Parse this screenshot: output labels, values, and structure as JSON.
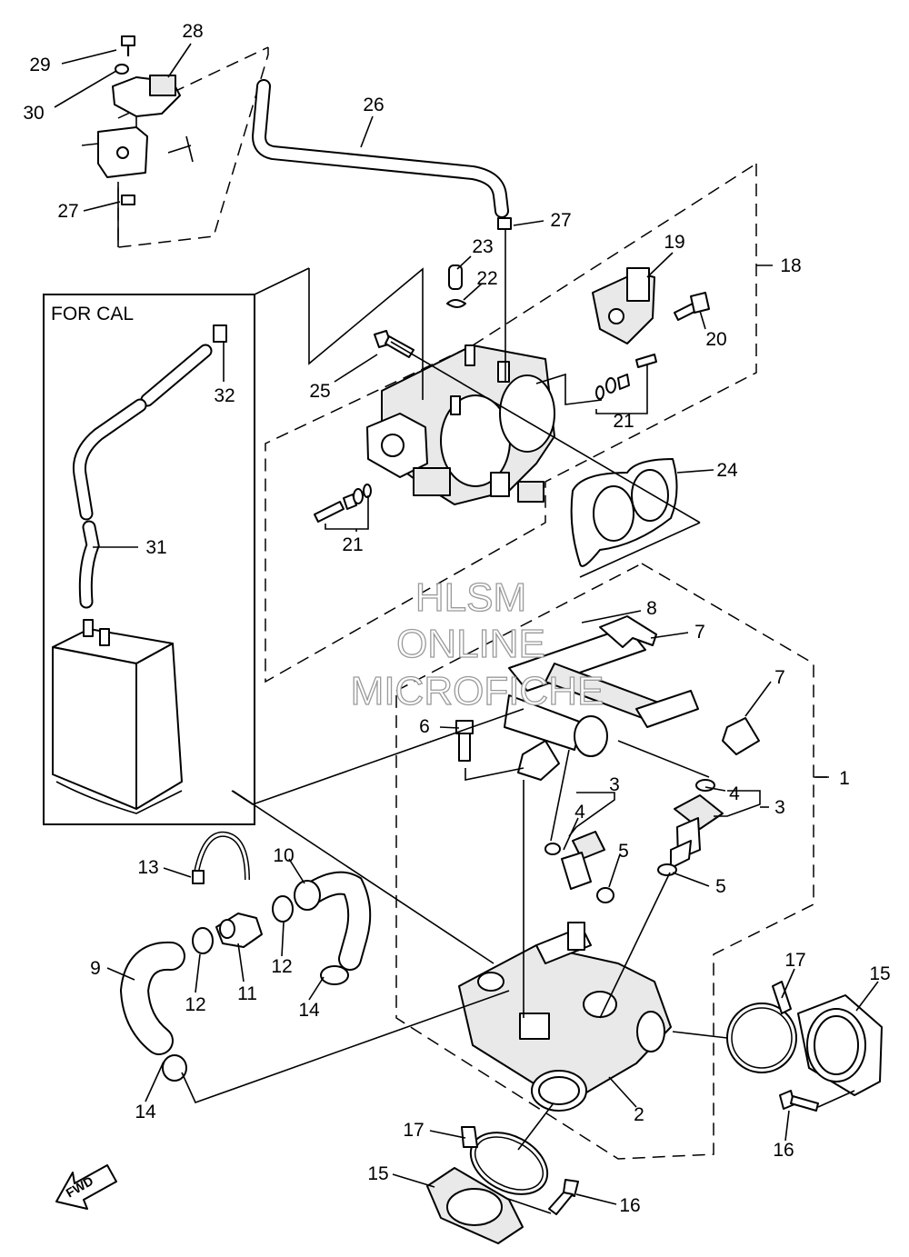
{
  "inset": {
    "title": "FOR CAL"
  },
  "watermark": {
    "line1": "HLSM",
    "line2": "ONLINE",
    "line3": "MICROFICHE"
  },
  "fwd_label": "FWD",
  "callouts": {
    "c1": "1",
    "c2": "2",
    "c3a": "3",
    "c3b": "3",
    "c4a": "4",
    "c4b": "4",
    "c5a": "5",
    "c5b": "5",
    "c6": "6",
    "c7a": "7",
    "c7b": "7",
    "c8": "8",
    "c9": "9",
    "c10": "10",
    "c11": "11",
    "c12a": "12",
    "c12b": "12",
    "c13": "13",
    "c14a": "14",
    "c14b": "14",
    "c15a": "15",
    "c15b": "15",
    "c16a": "16",
    "c16b": "16",
    "c17a": "17",
    "c17b": "17",
    "c18": "18",
    "c19": "19",
    "c20": "20",
    "c21a": "21",
    "c21b": "21",
    "c22": "22",
    "c23": "23",
    "c24": "24",
    "c25": "25",
    "c26": "26",
    "c27a": "27",
    "c27b": "27",
    "c28": "28",
    "c29": "29",
    "c30": "30",
    "c31": "31",
    "c32": "32"
  }
}
